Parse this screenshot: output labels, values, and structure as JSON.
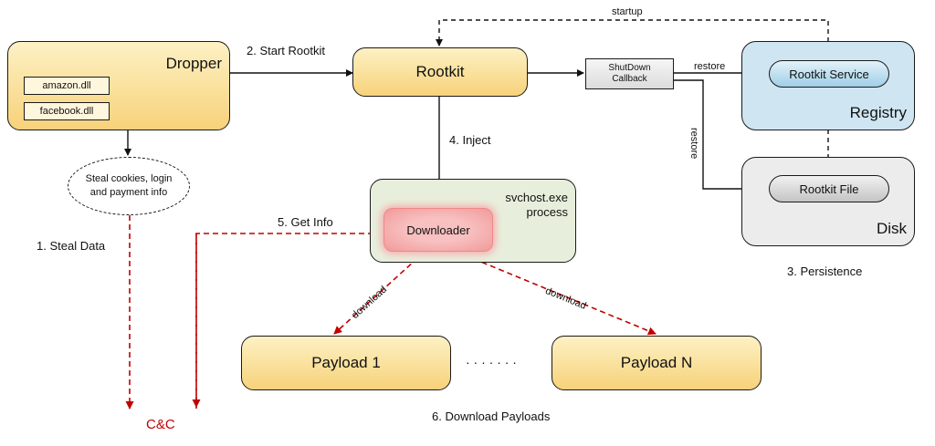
{
  "nodes": {
    "dropper": "Dropper",
    "amazon_dll": "amazon.dll",
    "facebook_dll": "facebook.dll",
    "steal_cookies": "Steal cookies, login and payment info",
    "rootkit": "Rootkit",
    "shutdown_callback": "ShutDown Callback",
    "rootkit_service": "Rootkit Service",
    "registry": "Registry",
    "rootkit_file": "Rootkit File",
    "disk": "Disk",
    "svchost": "svchost.exe process",
    "downloader": "Downloader",
    "payload_1": "Payload 1",
    "payload_n": "Payload N",
    "ellipsis": "· · · · · · ·",
    "cnc": "C&C"
  },
  "edges": {
    "start_rootkit": "2. Start Rootkit",
    "inject": "4. Inject",
    "get_info": "5. Get Info",
    "steal_data": "1. Steal Data",
    "persistence": "3. Persistence",
    "download_payloads": "6. Download Payloads",
    "startup": "startup",
    "restore_1": "restore",
    "restore_2": "restore",
    "download_1": "download",
    "download_2": "download"
  },
  "colors": {
    "yellow": "#f7d27a",
    "registry_blue": "#cfe6f2",
    "disk_gray": "#ececec",
    "process_green": "#e7efdc",
    "downloader_red": "#f4a3a3",
    "cnc_red": "#c00000"
  }
}
